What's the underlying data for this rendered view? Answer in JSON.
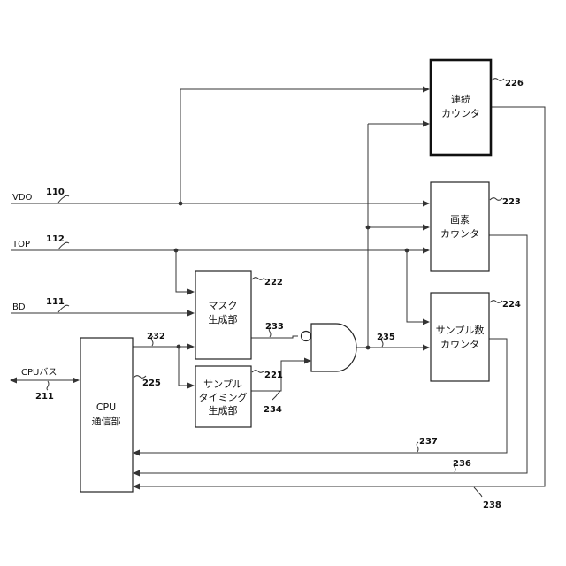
{
  "signals": {
    "vdo": {
      "label": "VDO",
      "ref": "110"
    },
    "top": {
      "label": "TOP",
      "ref": "112"
    },
    "bd": {
      "label": "BD",
      "ref": "111"
    },
    "cpu_bus": {
      "label": "CPUバス",
      "ref": "211"
    }
  },
  "blocks": {
    "continuous_counter": {
      "line1": "連続",
      "line2": "カウンタ",
      "ref": "226"
    },
    "pixel_counter": {
      "line1": "画素",
      "line2": "カウンタ",
      "ref": "223"
    },
    "sample_count_counter": {
      "line1": "サンプル数",
      "line2": "カウンタ",
      "ref": "224"
    },
    "mask_generator": {
      "line1": "マスク",
      "line2": "生成部",
      "ref": "222"
    },
    "sample_timing_generator": {
      "line1": "サンプル",
      "line2": "タイミング",
      "line3": "生成部",
      "ref": "221"
    },
    "cpu_comm": {
      "line1": "CPU",
      "line2": "通信部",
      "ref": "225"
    }
  },
  "wires": {
    "w232": "232",
    "w233": "233",
    "w234": "234",
    "w235": "235",
    "w236": "236",
    "w237": "237",
    "w238": "238"
  }
}
